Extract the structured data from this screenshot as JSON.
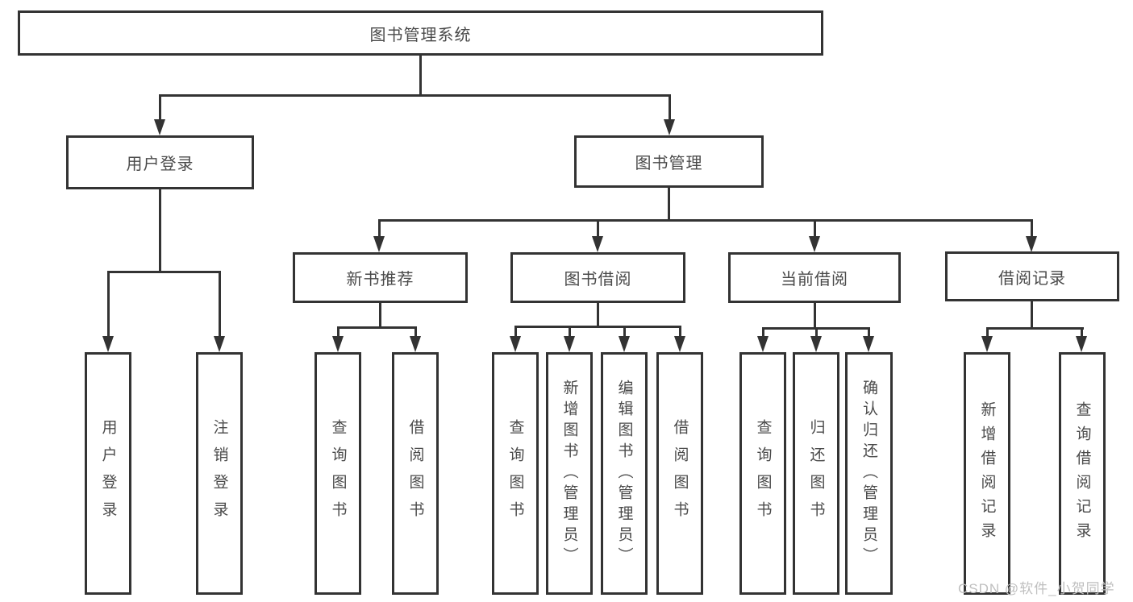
{
  "tree": {
    "root": "图书管理系统",
    "user_login": {
      "label": "用户登录",
      "children": [
        "用户登录",
        "注销登录"
      ]
    },
    "book_mgmt": {
      "label": "图书管理",
      "sections": {
        "new_books": {
          "label": "新书推荐",
          "children": [
            "查询图书",
            "借阅图书"
          ]
        },
        "borrow": {
          "label": "图书借阅",
          "children": [
            "查询图书",
            "新增图书（管理员）",
            "编辑图书（管理员）",
            "借阅图书"
          ]
        },
        "current": {
          "label": "当前借阅",
          "children": [
            "查询图书",
            "归还图书",
            "确认归还（管理员）"
          ]
        },
        "records": {
          "label": "借阅记录",
          "children": [
            "新增借阅记录",
            "查询借阅记录"
          ]
        }
      }
    }
  },
  "watermark": {
    "text": "CSDN @软件_小贺同学"
  },
  "colors": {
    "line": "#333333",
    "text": "#4a4a4a",
    "watermark": "#bfbfbf",
    "background": "#ffffff"
  }
}
